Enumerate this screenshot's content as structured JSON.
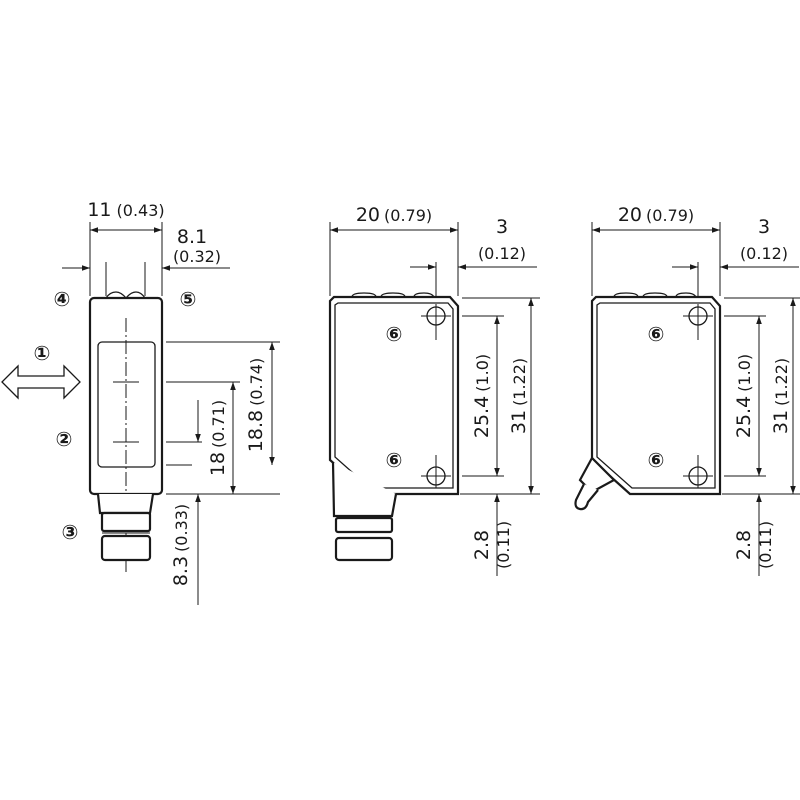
{
  "drawing": {
    "side_view": {
      "width_dim": {
        "value": "11",
        "inch": "(0.43)"
      },
      "optic_dim": {
        "value": "8.1",
        "inch": "(0.32)"
      },
      "h188_dim": {
        "value": "18.8",
        "inch": "(0.74)"
      },
      "h18_dim": {
        "value": "18",
        "inch": "(0.71)"
      },
      "h83_dim": {
        "value": "8.3",
        "inch": "(0.33)"
      },
      "callouts": [
        "①",
        "②",
        "③",
        "④",
        "⑤"
      ]
    },
    "front_view_connector": {
      "width_dim": {
        "value": "20",
        "inch": "(0.79)"
      },
      "offset_dim": {
        "value": "3",
        "inch": "(0.12)"
      },
      "hole_dim": {
        "value": "25.4",
        "inch": "(1.0)"
      },
      "height_dim": {
        "value": "31",
        "inch": "(1.22)"
      },
      "bottom_dim": {
        "value": "2.8",
        "inch": "(0.11)"
      },
      "callouts": [
        "⑥",
        "⑥"
      ]
    },
    "front_view_cable": {
      "width_dim": {
        "value": "20",
        "inch": "(0.79)"
      },
      "offset_dim": {
        "value": "3",
        "inch": "(0.12)"
      },
      "hole_dim": {
        "value": "25.4",
        "inch": "(1.0)"
      },
      "height_dim": {
        "value": "31",
        "inch": "(1.22)"
      },
      "bottom_dim": {
        "value": "2.8",
        "inch": "(0.11)"
      },
      "callouts": [
        "⑥",
        "⑥"
      ]
    }
  }
}
